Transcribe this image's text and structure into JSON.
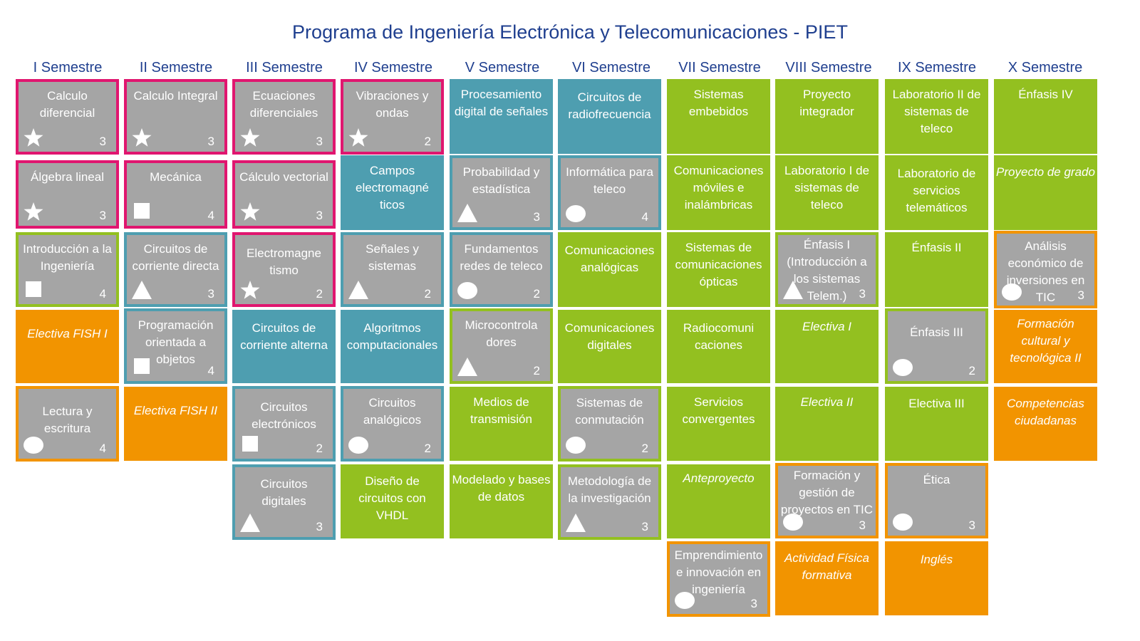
{
  "title": "Programa de Ingeniería Electrónica y Telecomunicaciones - PIET",
  "colors": {
    "title": "#1f3f8f",
    "pink_border": "#e0166f",
    "teal": "#4e9eb0",
    "green": "#93c020",
    "orange": "#f29400",
    "gray": "#a5a5a5"
  },
  "semesters": [
    "I Semestre",
    "II Semestre",
    "III Semestre",
    "IV Semestre",
    "V Semestre",
    "VI Semestre",
    "VII Semestre",
    "VIII Semestre",
    "IX Semestre",
    "X Semestre"
  ],
  "courses": [
    {
      "name": "Calculo diferencial",
      "credits": "3",
      "icon": "star-icon"
    },
    {
      "name": "Álgebra lineal",
      "credits": "3",
      "icon": "star-icon"
    },
    {
      "name": "Introducción a la Ingeniería",
      "credits": "4",
      "icon": "square-icon"
    },
    {
      "name": "Electiva FISH I",
      "credits": "",
      "icon": ""
    },
    {
      "name": "Lectura y escritura",
      "credits": "4",
      "icon": "circle-icon"
    },
    {
      "name": "Calculo Integral",
      "credits": "3",
      "icon": "star-icon"
    },
    {
      "name": "Mecánica",
      "credits": "4",
      "icon": "square-icon"
    },
    {
      "name": "Circuitos de corriente directa",
      "credits": "3",
      "icon": "triangle-icon"
    },
    {
      "name": "Programación orientada a objetos",
      "credits": "4",
      "icon": "square-icon"
    },
    {
      "name": "Electiva FISH II",
      "credits": "",
      "icon": ""
    },
    {
      "name": "Ecuaciones diferenciales",
      "credits": "3",
      "icon": "star-icon"
    },
    {
      "name": "Cálculo vectorial",
      "credits": "3",
      "icon": "star-icon"
    },
    {
      "name": "Electromagne tismo",
      "credits": "2",
      "icon": "star-icon"
    },
    {
      "name": "Circuitos de corriente alterna",
      "credits": "",
      "icon": ""
    },
    {
      "name": "Circuitos electrónicos",
      "credits": "2",
      "icon": "square-icon"
    },
    {
      "name": "Circuitos digitales",
      "credits": "3",
      "icon": "triangle-icon"
    },
    {
      "name": "Vibraciones y ondas",
      "credits": "2",
      "icon": "star-icon"
    },
    {
      "name": "Campos electromagné ticos",
      "credits": "",
      "icon": ""
    },
    {
      "name": "Señales y sistemas",
      "credits": "2",
      "icon": "triangle-icon"
    },
    {
      "name": "Algoritmos computacionales",
      "credits": "",
      "icon": ""
    },
    {
      "name": "Circuitos analógicos",
      "credits": "2",
      "icon": "circle-icon"
    },
    {
      "name": "Diseño de circuitos con VHDL",
      "credits": "",
      "icon": ""
    },
    {
      "name": "Procesamiento digital de señales",
      "credits": "",
      "icon": ""
    },
    {
      "name": "Probabilidad y estadística",
      "credits": "3",
      "icon": "triangle-icon"
    },
    {
      "name": "Fundamentos redes de teleco",
      "credits": "2",
      "icon": "circle-icon"
    },
    {
      "name": "Microcontrola dores",
      "credits": "2",
      "icon": "triangle-icon"
    },
    {
      "name": "Medios de transmisión",
      "credits": "",
      "icon": ""
    },
    {
      "name": "Modelado y bases de datos",
      "credits": "",
      "icon": ""
    },
    {
      "name": "Circuitos de radiofrecuencia",
      "credits": "",
      "icon": ""
    },
    {
      "name": "Informática para teleco",
      "credits": "4",
      "icon": "circle-icon"
    },
    {
      "name": "Comunicaciones analógicas",
      "credits": "",
      "icon": ""
    },
    {
      "name": "Comunicaciones digitales",
      "credits": "",
      "icon": ""
    },
    {
      "name": "Sistemas de conmutación",
      "credits": "2",
      "icon": "circle-icon"
    },
    {
      "name": "Metodología de la investigación",
      "credits": "3",
      "icon": "triangle-icon"
    },
    {
      "name": "Sistemas embebidos",
      "credits": "",
      "icon": ""
    },
    {
      "name": "Comunicaciones móviles e inalámbricas",
      "credits": "",
      "icon": ""
    },
    {
      "name": "Sistemas de comunicaciones ópticas",
      "credits": "",
      "icon": ""
    },
    {
      "name": "Radiocomuni caciones",
      "credits": "",
      "icon": ""
    },
    {
      "name": "Servicios convergentes",
      "credits": "",
      "icon": ""
    },
    {
      "name": "Anteproyecto",
      "credits": "",
      "icon": ""
    },
    {
      "name": "Emprendimiento e innovación en ingeniería",
      "credits": "3",
      "icon": "circle-icon"
    },
    {
      "name": "Proyecto integrador",
      "credits": "",
      "icon": ""
    },
    {
      "name": "Laboratorio I de sistemas de teleco",
      "credits": "",
      "icon": ""
    },
    {
      "name": "Énfasis I (Introducción a los sistemas Telem.)",
      "credits": "3",
      "icon": "triangle-icon"
    },
    {
      "name": "Electiva I",
      "credits": "",
      "icon": ""
    },
    {
      "name": "Electiva II",
      "credits": "",
      "icon": ""
    },
    {
      "name": "Formación y gestión de proyectos en TIC",
      "credits": "3",
      "icon": "circle-icon"
    },
    {
      "name": "Actividad Física formativa",
      "credits": "",
      "icon": ""
    },
    {
      "name": "Laboratorio II de sistemas de teleco",
      "credits": "",
      "icon": ""
    },
    {
      "name": "Laboratorio de servicios telemáticos",
      "credits": "",
      "icon": ""
    },
    {
      "name": "Énfasis II",
      "credits": "",
      "icon": ""
    },
    {
      "name": "Énfasis III",
      "credits": "2",
      "icon": "circle-icon"
    },
    {
      "name": "Electiva III",
      "credits": "",
      "icon": ""
    },
    {
      "name": "Ética",
      "credits": "3",
      "icon": "circle-icon"
    },
    {
      "name": "Inglés",
      "credits": "",
      "icon": ""
    },
    {
      "name": "Énfasis IV",
      "credits": "",
      "icon": ""
    },
    {
      "name": "Proyecto de grado",
      "credits": "",
      "icon": ""
    },
    {
      "name": "Análisis económico de inversiones en TIC",
      "credits": "3",
      "icon": "circle-icon"
    },
    {
      "name": "Formación cultural y tecnológica II",
      "credits": "",
      "icon": ""
    },
    {
      "name": "Competencias ciudadanas",
      "credits": "",
      "icon": ""
    }
  ]
}
